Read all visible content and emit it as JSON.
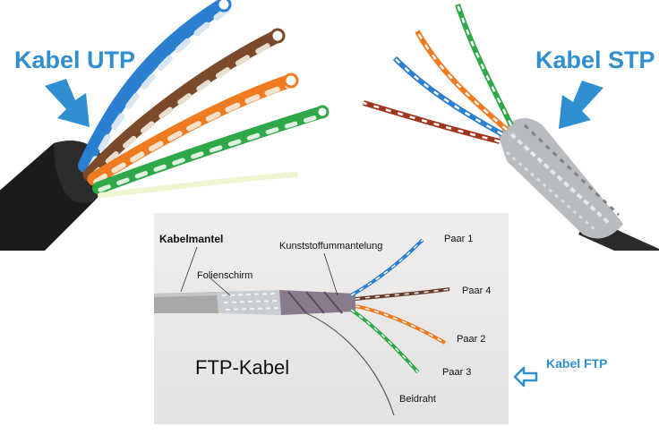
{
  "labels": {
    "utp": "Kabel UTP",
    "stp": "Kabel STP",
    "ftp": "Kabel FTP"
  },
  "ftp_photo": {
    "title": "FTP-Kabel",
    "annotations": {
      "kabelmantel": "Kabelmantel",
      "folienschirm": "Folienschirm",
      "kunststoff": "Kunststoffummantelung",
      "paar1": "Paar 1",
      "paar4": "Paar 4",
      "paar2": "Paar 2",
      "paar3": "Paar 3",
      "beidraht": "Beidraht"
    }
  },
  "colors": {
    "accent": "#2f8fd0",
    "wire_blue": "#2a7fd0",
    "wire_brown": "#7a4a2a",
    "wire_orange": "#f07a20",
    "wire_green": "#2fa84a",
    "jacket": "#1b1b1b"
  },
  "icons": {
    "utp_arrow": "arrow-down-right-icon",
    "stp_arrow": "arrow-down-left-icon",
    "ftp_arrow": "arrow-left-outline-icon"
  }
}
